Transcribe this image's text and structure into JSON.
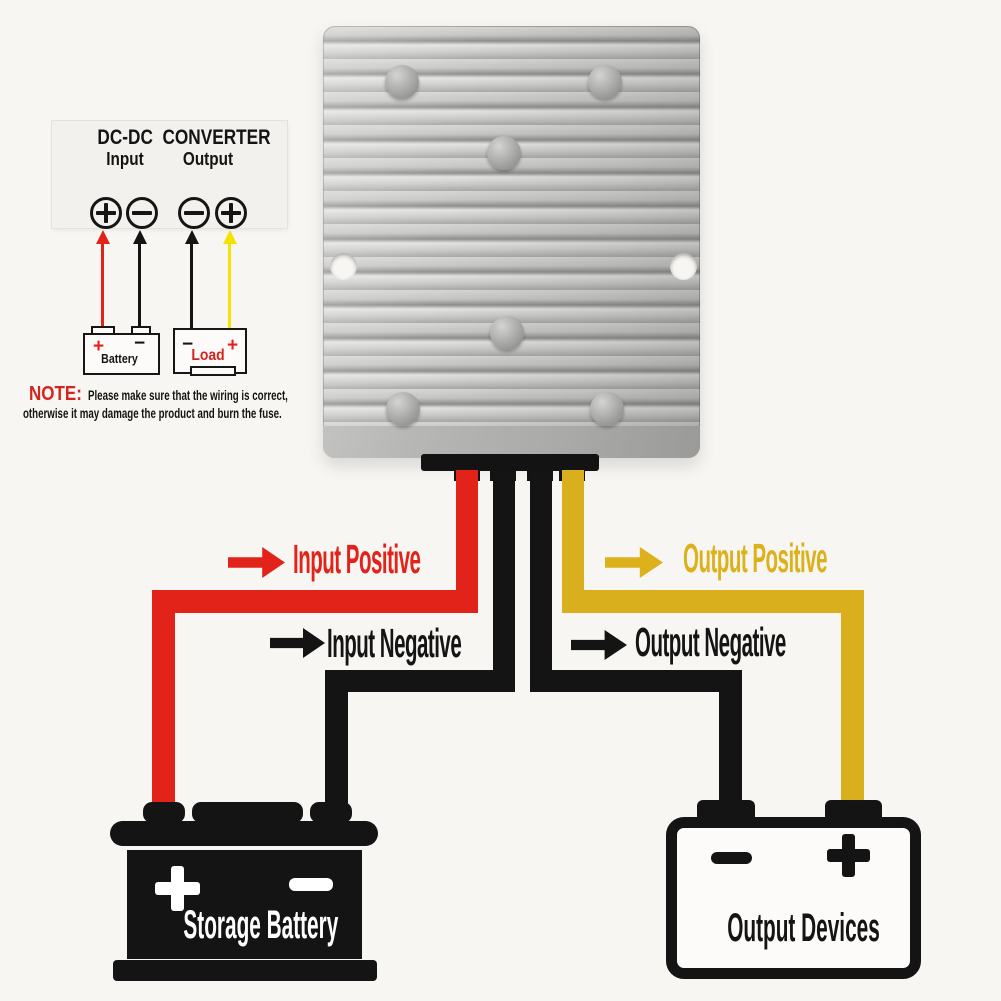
{
  "colors": {
    "wire_red": "#e2231a",
    "wire_black": "#141414",
    "wire_yellow": "#d9af1e",
    "small_arrow_yellow": "#f2e300",
    "note_red": "#d42420"
  },
  "instruction_card": {
    "title": "DC-DC  CONVERTER",
    "input_label": "Input",
    "output_label": "Output",
    "terminal_order": [
      "plus",
      "minus",
      "minus",
      "plus"
    ],
    "battery": {
      "plus": "+",
      "minus": "−",
      "name": "Battery"
    },
    "load": {
      "minus": "−",
      "plus": "+",
      "name": "Load"
    }
  },
  "note": {
    "prefix": "NOTE:",
    "line1": "Please make sure that the wiring is correct,",
    "line2": "otherwise it may damage the product and burn the fuse."
  },
  "wire_labels": {
    "input_positive": "Input Positive",
    "input_negative": "Input Negative",
    "output_positive": "Output Positive",
    "output_negative": "Output Negative"
  },
  "storage_battery": {
    "plus": "+",
    "minus": "−",
    "name": "Storage Battery"
  },
  "output_devices": {
    "minus": "−",
    "plus": "+",
    "name": "Output Devices"
  }
}
